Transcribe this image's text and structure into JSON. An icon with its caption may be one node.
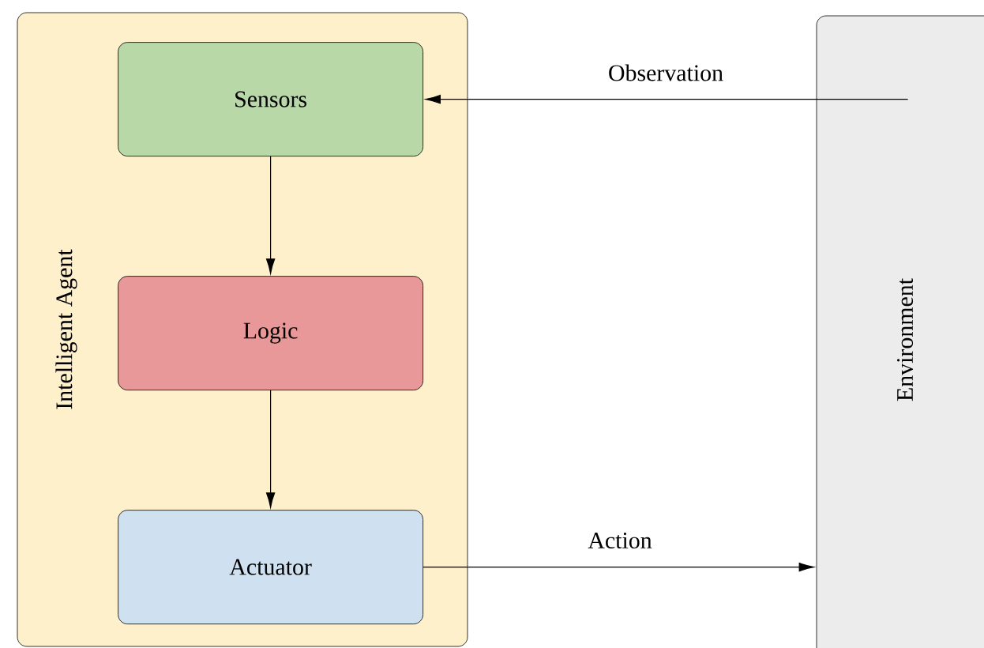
{
  "diagram": {
    "nodes": [
      {
        "text": [
          "Intelligent Agent"
        ]
      },
      {
        "text": [
          "Sensors"
        ],
        "in": 0
      },
      {
        "text": [
          "Logic"
        ],
        "in": 0
      },
      {
        "text": [
          "Actuator"
        ],
        "in": 0
      },
      {
        "text": [
          "Environment"
        ]
      }
    ],
    "edges": [
      {
        "from": 1,
        "to": 2,
        "arrow": "to"
      },
      {
        "from": 2,
        "to": 3,
        "arrow": "to"
      },
      {
        "from": 4,
        "to": 1,
        "arrow": "to",
        "label": "Observation"
      },
      {
        "from": 3,
        "to": 4,
        "arrow": "to",
        "label": "Action"
      }
    ]
  }
}
